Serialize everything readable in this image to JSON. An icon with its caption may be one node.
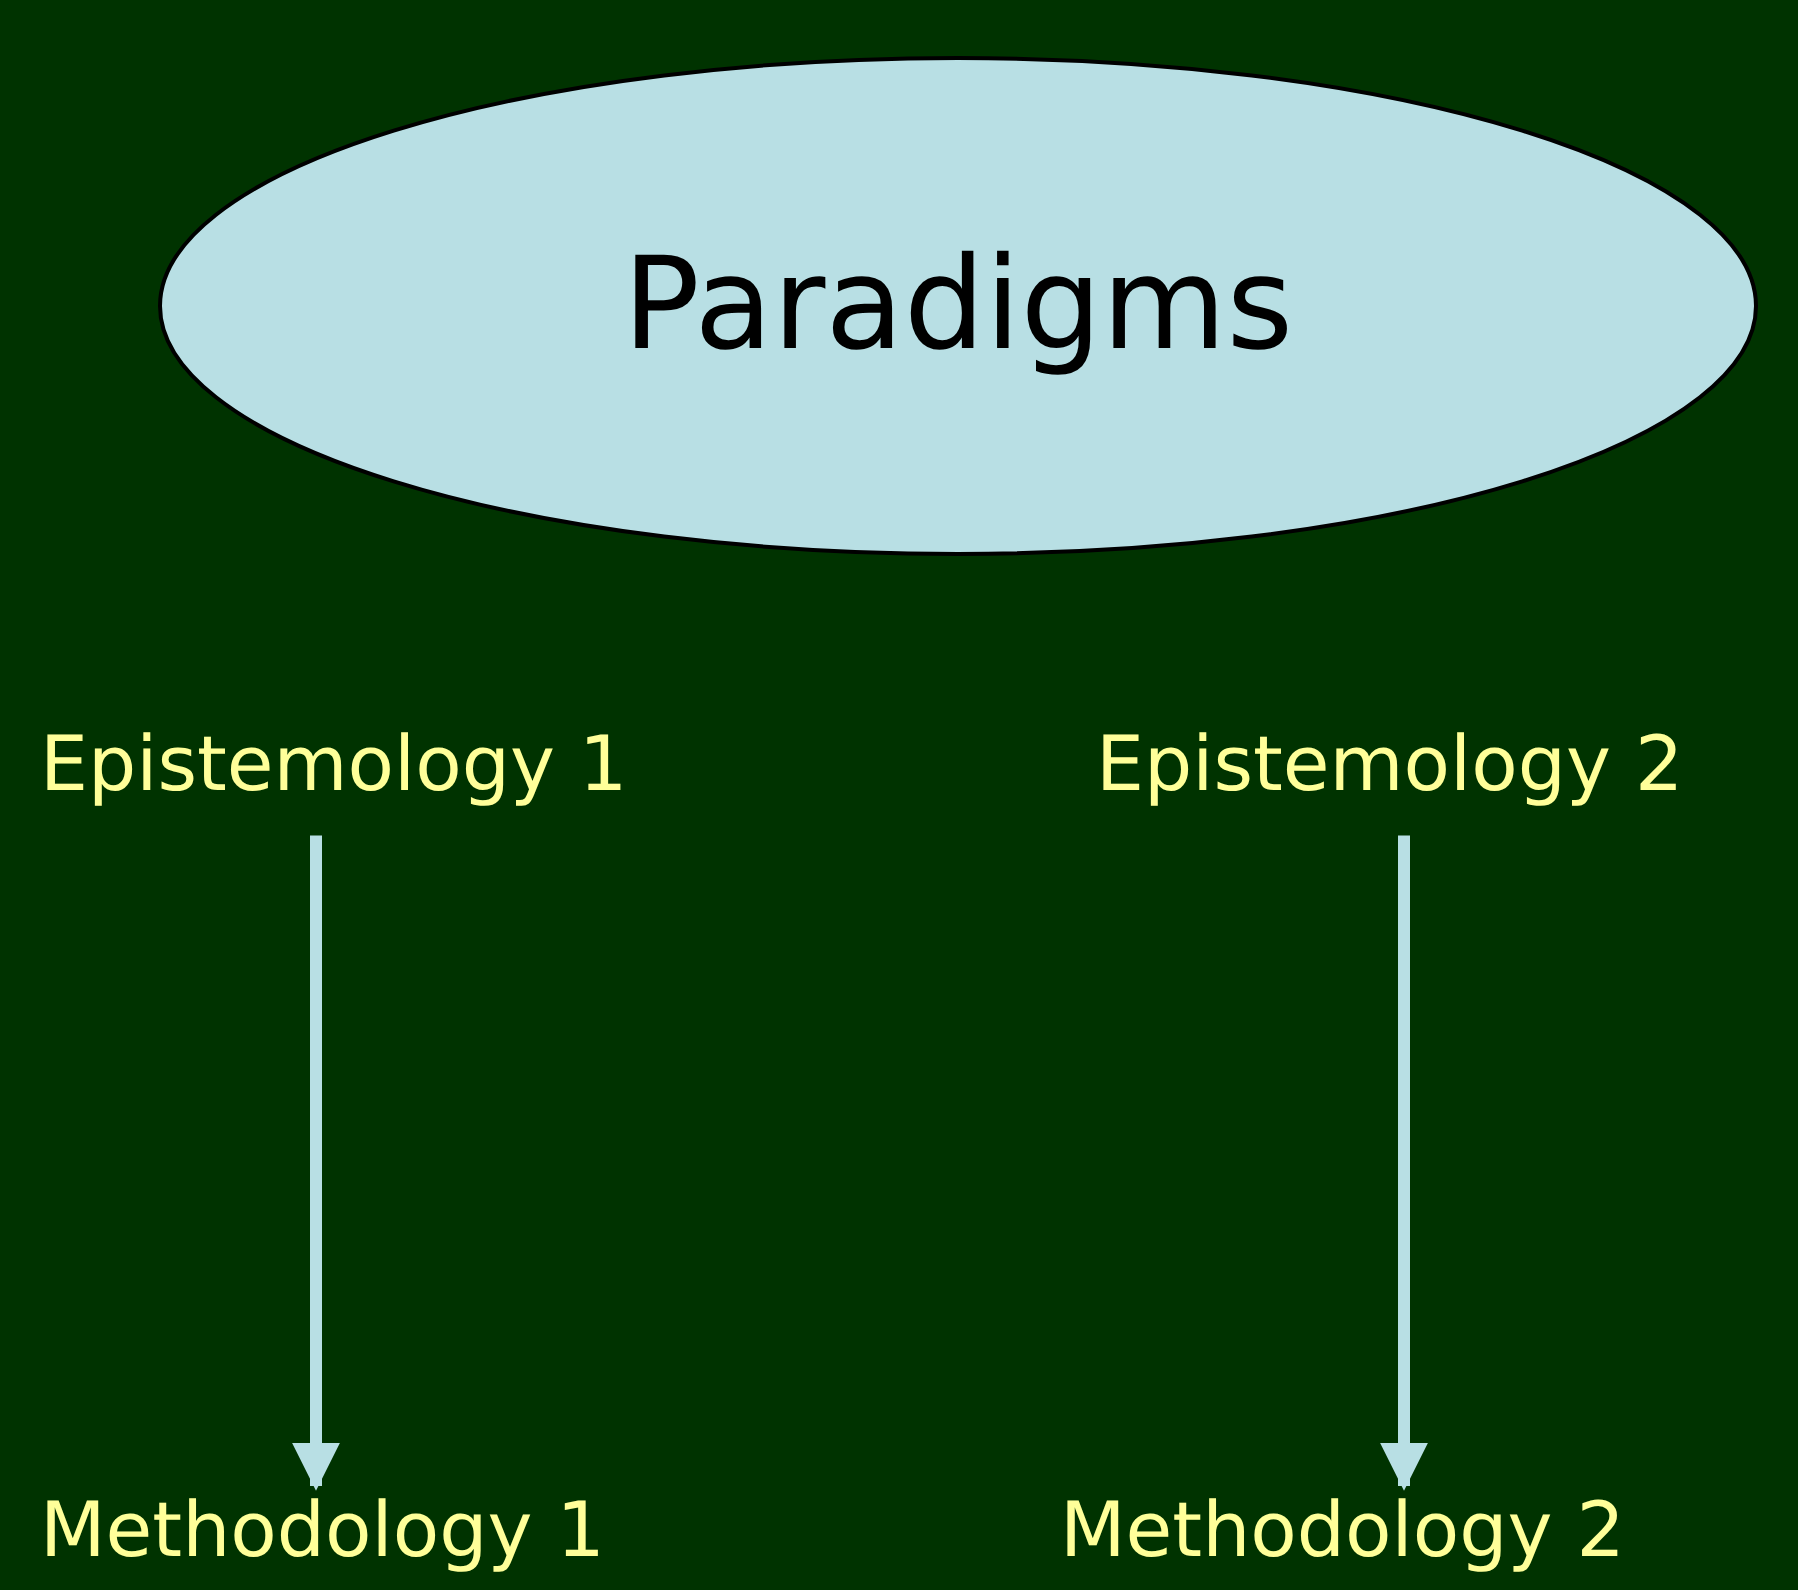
{
  "diagram": {
    "nodes": [
      {
        "text": [
          "Paradigms"
        ]
      },
      {
        "text": [
          "Epistemology 1"
        ]
      },
      {
        "text": [
          "Epistemology 2"
        ]
      },
      {
        "text": [
          "Methodology 1"
        ]
      },
      {
        "text": [
          "Methodology 2"
        ]
      }
    ],
    "edges": [
      {
        "from": 1,
        "to": 3,
        "arrow": "to"
      },
      {
        "from": 2,
        "to": 4,
        "arrow": "to"
      }
    ]
  }
}
